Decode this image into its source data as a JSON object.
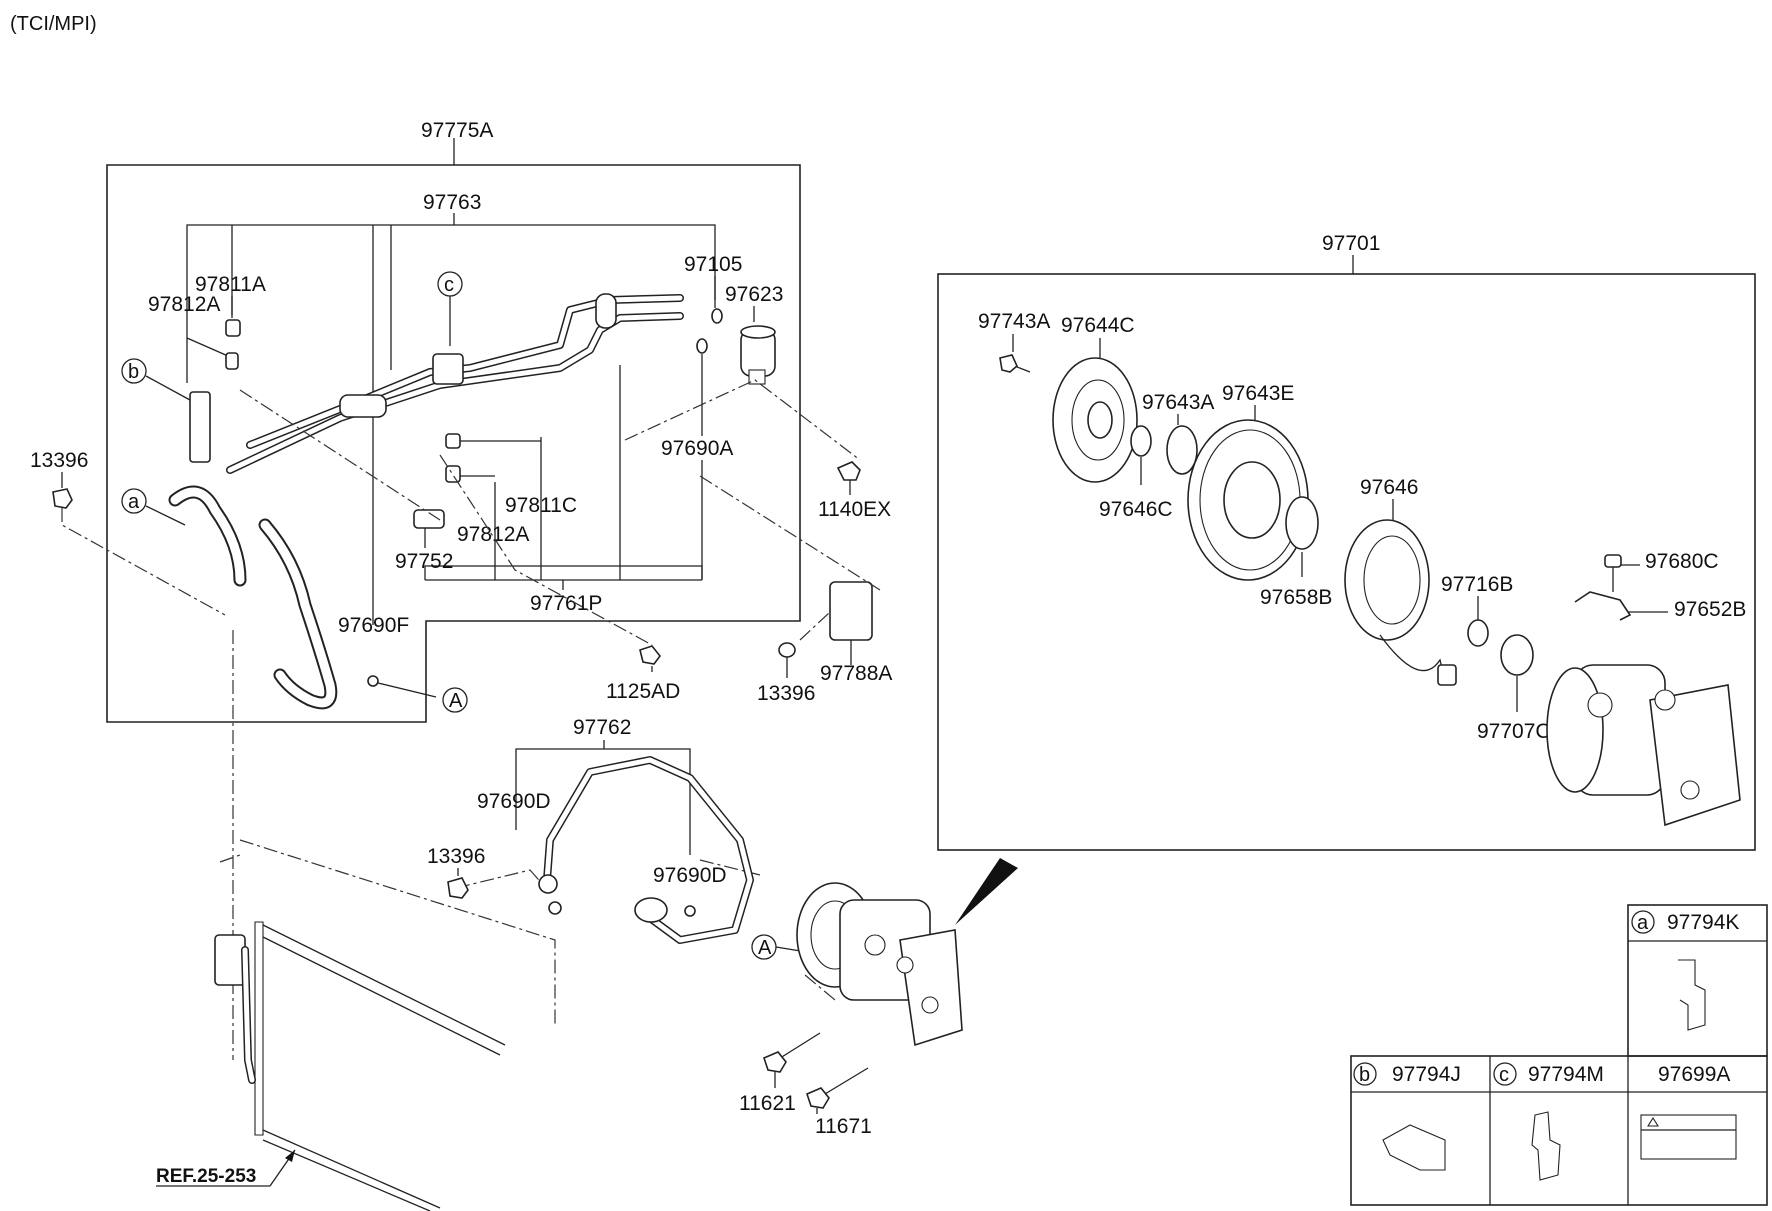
{
  "header": {
    "variant": "(TCI/MPI)"
  },
  "labels": {
    "p97775A": "97775A",
    "p97763": "97763",
    "p97811A": "97811A",
    "p97812A_top": "97812A",
    "p97105": "97105",
    "p97623": "97623",
    "p13396_left": "13396",
    "p97690A": "97690A",
    "p97811C": "97811C",
    "p97812A_mid": "97812A",
    "p97752": "97752",
    "p1140EX": "1140EX",
    "p97761P": "97761P",
    "p97690F": "97690F",
    "p1125AD": "1125AD",
    "p13396_mid": "13396",
    "p97788A": "97788A",
    "p97762": "97762",
    "p97690D_left": "97690D",
    "p13396_low": "13396",
    "p97690D_right": "97690D",
    "p11621": "11621",
    "p11671": "11671",
    "ref": "REF.25-253",
    "p97701": "97701",
    "p97743A": "97743A",
    "p97644C": "97644C",
    "p97643A": "97643A",
    "p97643E": "97643E",
    "p97646C": "97646C",
    "p97646": "97646",
    "p97658B": "97658B",
    "p97716B": "97716B",
    "p97680C": "97680C",
    "p97652B": "97652B",
    "p97707C": "97707C"
  },
  "callouts": {
    "a": "a",
    "b": "b",
    "c": "c",
    "A_upper": "A",
    "A_lower": "A"
  },
  "legend": {
    "a_letter": "a",
    "a_part": "97794K",
    "b_letter": "b",
    "b_part": "97794J",
    "c_letter": "c",
    "c_part": "97794M",
    "label_part": "97699A"
  }
}
